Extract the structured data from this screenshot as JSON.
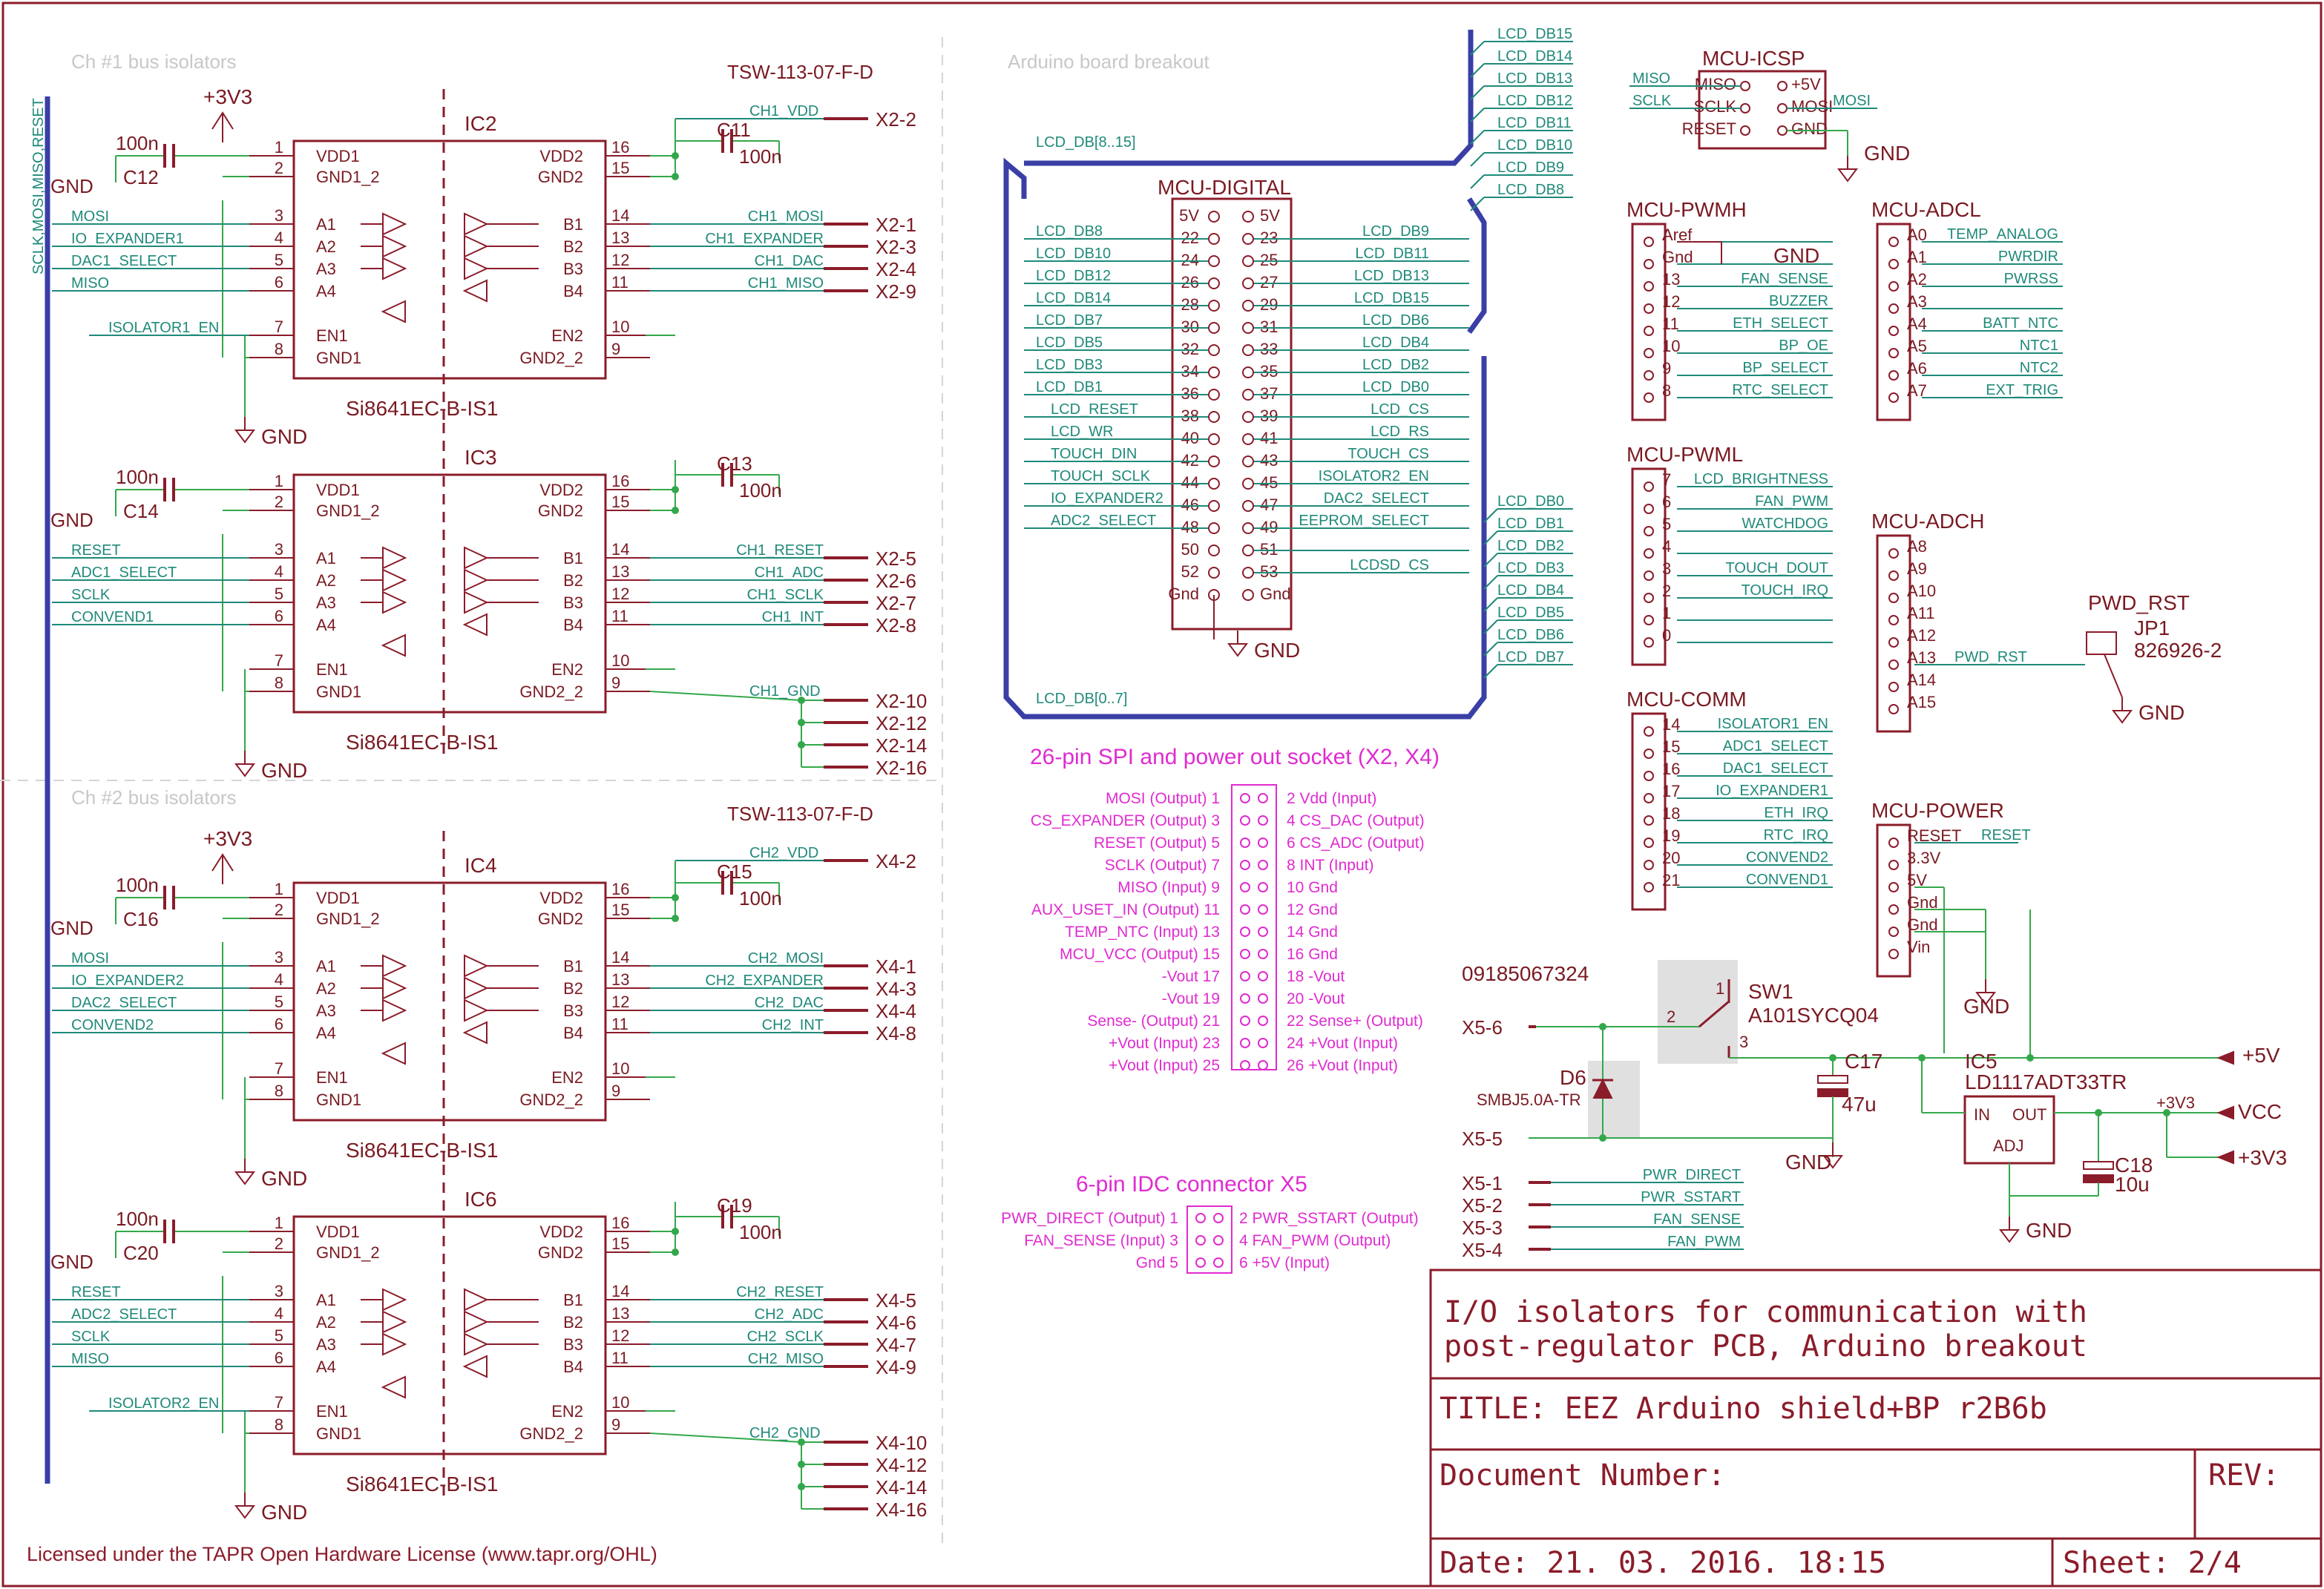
{
  "colors": {
    "part": "#8b1c2a",
    "wire": "#33a84b",
    "bus": "#3a3fa6",
    "net": "#1f8a7a",
    "info": "#e02bd0",
    "frame": "#8b1c2a",
    "guide": "#c8c8c8"
  },
  "sections": {
    "ch1": "Ch #1 bus isolators",
    "ch2": "Ch #2 bus isolators",
    "arduino": "Arduino board breakout"
  },
  "vertical_bus_label": "SCLK,MOSI,MISO,RESET",
  "isolators": [
    {
      "ref": "IC2",
      "part": "Si8641EC-B-IS1",
      "cap_left": "C12",
      "cap_left_val": "100n",
      "cap_right": "C11",
      "cap_right_val": "100n",
      "supply": "+3V3",
      "connector": "TSW-113-07-F-D",
      "left_nets": [
        "MOSI",
        "IO_EXPANDER1",
        "DAC1_SELECT",
        "MISO",
        "ISOLATOR1_EN"
      ],
      "right_nets": [
        "CH1_VDD",
        "CH1_MOSI",
        "CH1_EXPANDER",
        "CH1_DAC",
        "CH1_MISO"
      ],
      "right_conn": [
        "X2-2",
        "X2-1",
        "X2-3",
        "X2-4",
        "X2-9"
      ]
    },
    {
      "ref": "IC3",
      "part": "Si8641EC-B-IS1",
      "cap_left": "C14",
      "cap_left_val": "100n",
      "cap_right": "C13",
      "cap_right_val": "100n",
      "left_nets": [
        "RESET",
        "ADC1_SELECT",
        "SCLK",
        "CONVEND1"
      ],
      "right_nets": [
        "CH1_RESET",
        "CH1_ADC",
        "CH1_SCLK",
        "CH1_INT",
        "CH1_GND"
      ],
      "right_conn": [
        "X2-5",
        "X2-6",
        "X2-7",
        "X2-8",
        "X2-10",
        "X2-12",
        "X2-14",
        "X2-16"
      ]
    },
    {
      "ref": "IC4",
      "part": "Si8641EC-B-IS1",
      "cap_left": "C16",
      "cap_left_val": "100n",
      "cap_right": "C15",
      "cap_right_val": "100n",
      "supply": "+3V3",
      "connector": "TSW-113-07-F-D",
      "left_nets": [
        "MOSI",
        "IO_EXPANDER2",
        "DAC2_SELECT",
        "CONVEND2"
      ],
      "right_nets": [
        "CH2_VDD",
        "CH2_MOSI",
        "CH2_EXPANDER",
        "CH2_DAC",
        "CH2_INT"
      ],
      "right_conn": [
        "X4-2",
        "X4-1",
        "X4-3",
        "X4-4",
        "X4-8"
      ]
    },
    {
      "ref": "IC6",
      "part": "Si8641EC-B-IS1",
      "cap_left": "C20",
      "cap_left_val": "100n",
      "cap_right": "C19",
      "cap_right_val": "100n",
      "left_nets": [
        "RESET",
        "ADC2_SELECT",
        "SCLK",
        "MISO",
        "ISOLATOR2_EN"
      ],
      "right_nets": [
        "CH2_RESET",
        "CH2_ADC",
        "CH2_SCLK",
        "CH2_MISO",
        "CH2_GND"
      ],
      "right_conn": [
        "X4-5",
        "X4-6",
        "X4-7",
        "X4-9",
        "X4-10",
        "X4-12",
        "X4-14",
        "X4-16"
      ]
    }
  ],
  "chip_pins": {
    "left_names": [
      "VDD1",
      "GND1_2",
      "A1",
      "A2",
      "A3",
      "A4",
      "EN1",
      "GND1"
    ],
    "left_nums": [
      "1",
      "2",
      "3",
      "4",
      "5",
      "6",
      "7",
      "8"
    ],
    "right_names": [
      "VDD2",
      "GND2",
      "B1",
      "B2",
      "B3",
      "B4",
      "EN2",
      "GND2_2"
    ],
    "right_nums": [
      "16",
      "15",
      "14",
      "13",
      "12",
      "11",
      "10",
      "9"
    ]
  },
  "gnd": "GND",
  "mcu_digital": {
    "title": "MCU-DIGITAL",
    "left_nets": [
      "LCD_DB8",
      "LCD_DB10",
      "LCD_DB12",
      "LCD_DB14",
      "LCD_DB7",
      "LCD_DB5",
      "LCD_DB3",
      "LCD_DB1",
      "LCD_RESET",
      "LCD_WR",
      "TOUCH_DIN",
      "TOUCH_SCLK",
      "IO_EXPANDER2",
      "ADC2_SELECT"
    ],
    "left_pins": [
      "5V",
      "22",
      "24",
      "26",
      "28",
      "30",
      "32",
      "34",
      "36",
      "38",
      "40",
      "42",
      "44",
      "46",
      "48",
      "50",
      "52",
      "Gnd"
    ],
    "right_pins": [
      "5V",
      "23",
      "25",
      "27",
      "29",
      "31",
      "33",
      "35",
      "37",
      "39",
      "41",
      "43",
      "45",
      "47",
      "49",
      "51",
      "53",
      "Gnd"
    ],
    "right_nets": [
      "LCD_DB9",
      "LCD_DB11",
      "LCD_DB13",
      "LCD_DB15",
      "LCD_DB6",
      "LCD_DB4",
      "LCD_DB2",
      "LCD_DB0",
      "LCD_CS",
      "LCD_RS",
      "TOUCH_CS",
      "ISOLATOR2_EN",
      "DAC2_SELECT",
      "EEPROM_SELECT",
      "",
      "LCDSD_CS"
    ],
    "bus_hi": "LCD_DB[8..15]",
    "bus_lo": "LCD_DB[0..7]",
    "top_fan": [
      "LCD_DB15",
      "LCD_DB14",
      "LCD_DB13",
      "LCD_DB12",
      "LCD_DB11",
      "LCD_DB10",
      "LCD_DB9",
      "LCD_DB8"
    ],
    "bot_fan": [
      "LCD_DB0",
      "LCD_DB1",
      "LCD_DB2",
      "LCD_DB3",
      "LCD_DB4",
      "LCD_DB5",
      "LCD_DB6",
      "LCD_DB7"
    ]
  },
  "icsp": {
    "title": "MCU-ICSP",
    "left": [
      "MISO",
      "SCLK",
      "RESET"
    ],
    "right": [
      "+5V",
      "MOSI",
      "GND"
    ],
    "nets_l": [
      "MISO",
      "SCLK"
    ],
    "nets_r": [
      "MOSI"
    ]
  },
  "pwmh": {
    "title": "MCU-PWMH",
    "pins": [
      "Aref",
      "Gnd",
      "13",
      "12",
      "11",
      "10",
      "9",
      "8"
    ],
    "nets": [
      "",
      "",
      "FAN_SENSE",
      "BUZZER",
      "ETH_SELECT",
      "BP_OE",
      "BP_SELECT",
      "RTC_SELECT"
    ]
  },
  "adcl": {
    "title": "MCU-ADCL",
    "pins": [
      "A0",
      "A1",
      "A2",
      "A3",
      "A4",
      "A5",
      "A6",
      "A7"
    ],
    "nets": [
      "TEMP_ANALOG",
      "PWRDIR",
      "PWRSS",
      "",
      "BATT_NTC",
      "NTC1",
      "NTC2",
      "EXT_TRIG"
    ]
  },
  "pwml": {
    "title": "MCU-PWML",
    "pins": [
      "7",
      "6",
      "5",
      "4",
      "3",
      "2",
      "1",
      "0"
    ],
    "nets": [
      "LCD_BRIGHTNESS",
      "FAN_PWM",
      "WATCHDOG",
      "",
      "TOUCH_DOUT",
      "TOUCH_IRQ",
      "",
      ""
    ]
  },
  "adch": {
    "title": "MCU-ADCH",
    "pins": [
      "A8",
      "A9",
      "A10",
      "A11",
      "A12",
      "A13",
      "A14",
      "A15"
    ],
    "net13": "PWD_RST"
  },
  "jp1": {
    "label": "PWD_RST",
    "ref": "JP1",
    "part": "826926-2"
  },
  "comm": {
    "title": "MCU-COMM",
    "pins": [
      "14",
      "15",
      "16",
      "17",
      "18",
      "19",
      "20",
      "21"
    ],
    "nets": [
      "ISOLATOR1_EN",
      "ADC1_SELECT",
      "DAC1_SELECT",
      "IO_EXPANDER1",
      "ETH_IRQ",
      "RTC_IRQ",
      "CONVEND2",
      "CONVEND1"
    ]
  },
  "power": {
    "title": "MCU-POWER",
    "pins": [
      "RESET",
      "3.3V",
      "5V",
      "Gnd",
      "Gnd",
      "Vin"
    ],
    "net": "RESET"
  },
  "socket26": {
    "title": "26-pin SPI and power out socket (X2, X4)",
    "left": [
      "MOSI (Output) 1",
      "CS_EXPANDER (Output) 3",
      "RESET (Output) 5",
      "SCLK (Output) 7",
      "MISO (Input) 9",
      "AUX_USET_IN (Output) 11",
      "TEMP_NTC (Input) 13",
      "MCU_VCC (Output) 15",
      "-Vout 17",
      "-Vout 19",
      "Sense- (Output) 21",
      "+Vout (Input) 23",
      "+Vout (Input) 25"
    ],
    "right": [
      "2 Vdd (Input)",
      "4 CS_DAC (Output)",
      "6 CS_ADC (Output)",
      "8 INT (Input)",
      "10 Gnd",
      "12 Gnd",
      "14 Gnd",
      "16 Gnd",
      "18 -Vout",
      "20 -Vout",
      "22 Sense+ (Output)",
      "24 +Vout (Input)",
      "26 +Vout (Input)"
    ]
  },
  "idc6": {
    "title": "6-pin IDC connector X5",
    "left": [
      "PWR_DIRECT (Output) 1",
      "FAN_SENSE (Input) 3",
      "Gnd 5"
    ],
    "right": [
      "2 PWR_SSTART (Output)",
      "4 FAN_PWM (Output)",
      "6 +5V (Input)"
    ]
  },
  "power_circuit": {
    "conn_part": "09185067324",
    "x5": [
      "X5-6",
      "X5-5",
      "X5-1",
      "X5-2",
      "X5-3",
      "X5-4"
    ],
    "x5_nets": [
      "PWR_DIRECT",
      "PWR_SSTART",
      "FAN_SENSE",
      "FAN_PWM"
    ],
    "sw": "SW1",
    "sw_part": "A101SYCQ04",
    "d": "D6",
    "d_part": "SMBJ5.0A-TR",
    "c17": "C17",
    "c17_val": "47u",
    "ic5": "IC5",
    "ic5_part": "LD1117ADT33TR",
    "ic5_pins": [
      "IN",
      "OUT",
      "ADJ"
    ],
    "c18": "C18",
    "c18_val": "10u",
    "p5v": "+5V",
    "vcc": "VCC",
    "p3v3": "+3V3",
    "p3v3_small": "+3V3",
    "sw_pins": [
      "1",
      "2",
      "3"
    ]
  },
  "title_block": {
    "desc1": "I/O isolators for communication with",
    "desc2": "post-regulator PCB, Arduino breakout",
    "title": "TITLE:  EEZ Arduino shield+BP r2B6b",
    "docnum": "Document Number:",
    "rev": "REV:",
    "date": "Date: 21. 03. 2016. 18:15",
    "sheet": "Sheet: 2/4"
  },
  "license": "Licensed under the TAPR Open Hardware License (www.tapr.org/OHL)"
}
